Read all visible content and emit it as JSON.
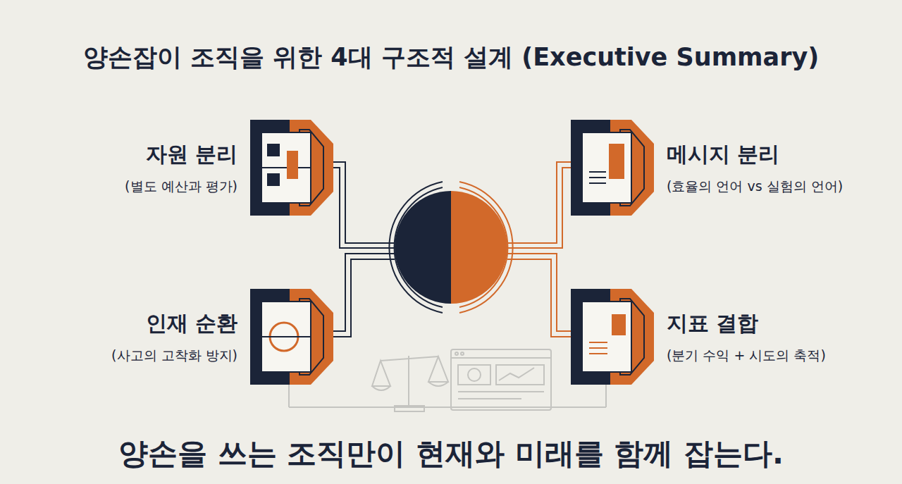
{
  "diagram": {
    "title": "양손잡이 조직을 위한 4대 구조적 설계 (Executive Summary)",
    "caption": "양손을 쓰는 조직만이 현재와 미래를 함께 잡는다.",
    "nodes": [
      {
        "text": [
          "자원 분리",
          "(별도 예산과 평가)"
        ]
      },
      {
        "text": [
          "메시지 분리",
          "(효율의 언어 vs 실험의 언어)"
        ]
      },
      {
        "text": [
          "인재 순환",
          "(사고의 고착화 방지)"
        ]
      },
      {
        "text": [
          "지표 결합",
          "(분기 수익 + 시도의 축적)"
        ]
      }
    ]
  }
}
